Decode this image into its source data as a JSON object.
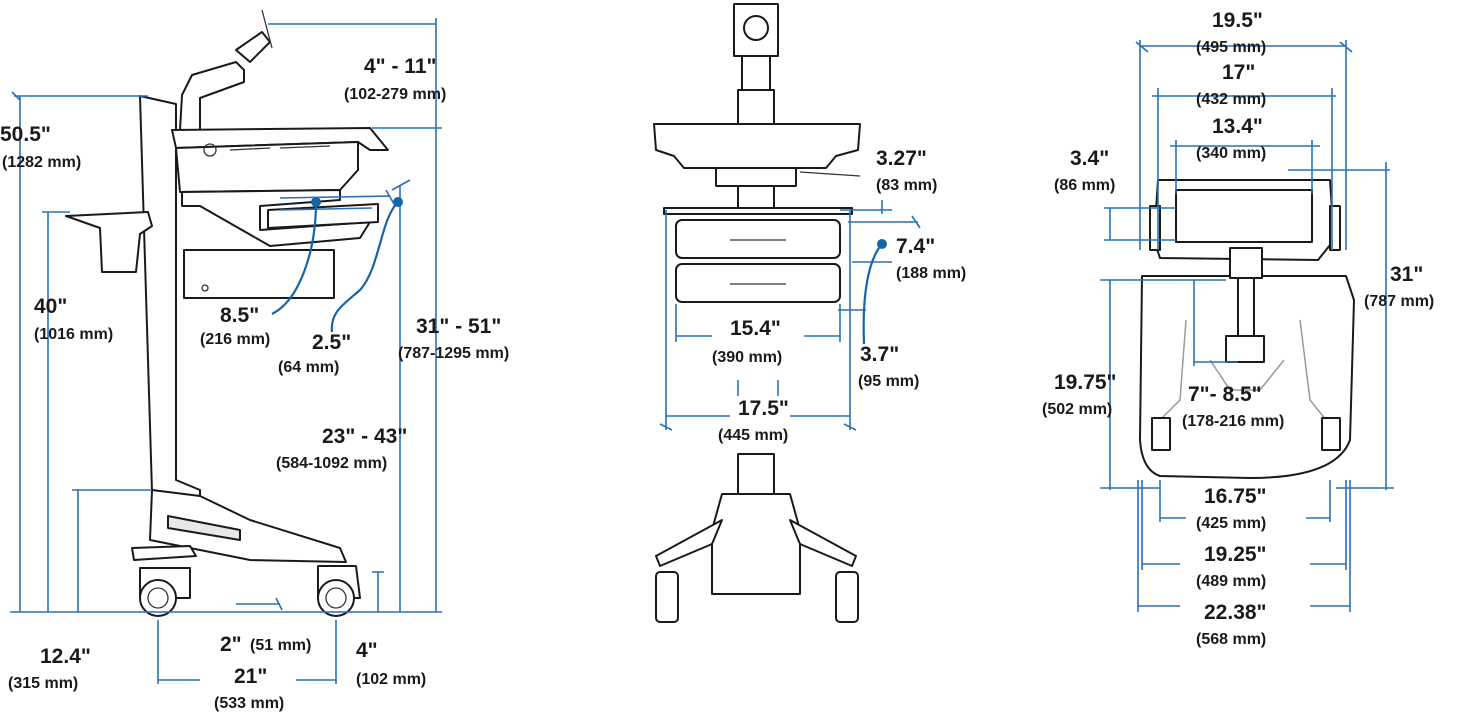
{
  "side_view": {
    "handle_height": "50.5\"",
    "handle_height_mm": "(1282 mm)",
    "basket_height": "40\"",
    "basket_height_mm": "(1016 mm)",
    "monitor_arm": "4\" - 11\"",
    "monitor_arm_mm": "(102-279 mm)",
    "drawer_depth": "8.5\"",
    "drawer_depth_mm": "(216 mm)",
    "drawer_height": "2.5\"",
    "drawer_height_mm": "(64 mm)",
    "overall_height": "31\" - 51\"",
    "overall_height_mm": "(787-1295 mm)",
    "work_height": "23\" - 43\"",
    "work_height_mm": "(584-1092 mm)",
    "base_height": "12.4\"",
    "base_height_mm": "(315 mm)",
    "caster_offset": "2\"",
    "caster_offset_mm": "(51 mm)",
    "caster_height": "4\"",
    "caster_height_mm": "(102 mm)",
    "wheelbase": "21\"",
    "wheelbase_mm": "(533 mm)"
  },
  "front_view": {
    "surface_thickness": "3.27\"",
    "surface_thickness_mm": "(83 mm)",
    "drawer_height": "7.4\"",
    "drawer_height_mm": "(188 mm)",
    "drawer_width": "15.4\"",
    "drawer_width_mm": "(390 mm)",
    "drawer_lower": "3.7\"",
    "drawer_lower_mm": "(95 mm)",
    "overall_width": "17.5\"",
    "overall_width_mm": "(445 mm)"
  },
  "top_view": {
    "width_outer": "19.5\"",
    "width_outer_mm": "(495 mm)",
    "width_mid": "17\"",
    "width_mid_mm": "(432 mm)",
    "width_inner": "13.4\"",
    "width_inner_mm": "(340 mm)",
    "handle_depth": "3.4\"",
    "handle_depth_mm": "(86 mm)",
    "overall_depth": "31\"",
    "overall_depth_mm": "(787 mm)",
    "base_depth": "19.75\"",
    "base_depth_mm": "(502 mm)",
    "arm_reach": "7\"- 8.5\"",
    "arm_reach_mm": "(178-216 mm)",
    "base_width_inner": "16.75\"",
    "base_width_inner_mm": "(425 mm)",
    "base_width_mid": "19.25\"",
    "base_width_mid_mm": "(489 mm)",
    "base_width_outer": "22.38\"",
    "base_width_outer_mm": "(568 mm)"
  },
  "colors": {
    "dimension_line": "#2a70b8",
    "callout_dot": "#1565a8",
    "outline": "#1a1a1a"
  }
}
